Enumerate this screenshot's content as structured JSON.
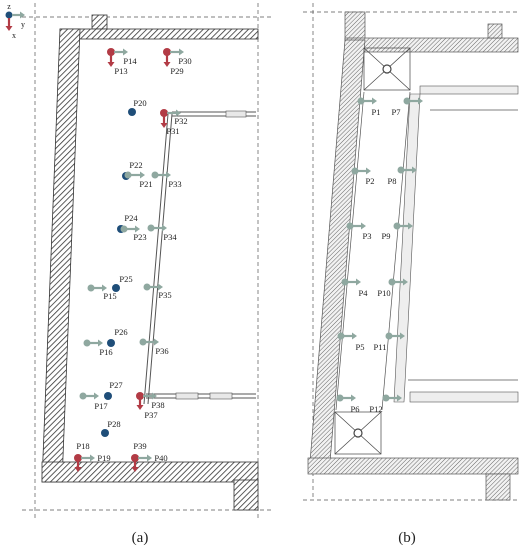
{
  "colors": {
    "wall_hatch": "#333333",
    "wall_fill": "#e8e8e8",
    "outline": "#444444",
    "guide": "#555555",
    "blue_point": "#1f4e79",
    "grey_sensor": "#8fa8a0",
    "red_sensor": "#b23b45",
    "light_fill": "#f4f4f4"
  },
  "panel_a": {
    "caption": "(a)",
    "axes": {
      "z": "z",
      "y": "y",
      "x": "x"
    },
    "points": [
      {
        "label": "P20"
      },
      {
        "label": "P22"
      },
      {
        "label": "P24"
      },
      {
        "label": "P25"
      },
      {
        "label": "P26"
      },
      {
        "label": "P27"
      },
      {
        "label": "P28"
      }
    ],
    "grey_sensors": [
      {
        "label": "P21"
      },
      {
        "label": "P23"
      },
      {
        "label": "P33"
      },
      {
        "label": "P34"
      },
      {
        "label": "P15"
      },
      {
        "label": "P35"
      },
      {
        "label": "P16"
      },
      {
        "label": "P36"
      },
      {
        "label": "P17"
      }
    ],
    "red_sensors": [
      {
        "label_y": "P14",
        "label_x": "P13"
      },
      {
        "label_y": "P30",
        "label_x": "P29"
      },
      {
        "label_y": "P32",
        "label_x": "P31"
      },
      {
        "label_y": "P38",
        "label_x": "P37"
      },
      {
        "label_y": "P19",
        "label_x": "P18"
      },
      {
        "label_y": "P40",
        "label_x": "P39"
      }
    ]
  },
  "panel_b": {
    "caption": "(b)",
    "sensors": [
      {
        "label": "P1"
      },
      {
        "label": "P7"
      },
      {
        "label": "P2"
      },
      {
        "label": "P8"
      },
      {
        "label": "P3"
      },
      {
        "label": "P9"
      },
      {
        "label": "P4"
      },
      {
        "label": "P10"
      },
      {
        "label": "P5"
      },
      {
        "label": "P11"
      },
      {
        "label": "P6"
      },
      {
        "label": "P12"
      }
    ]
  }
}
